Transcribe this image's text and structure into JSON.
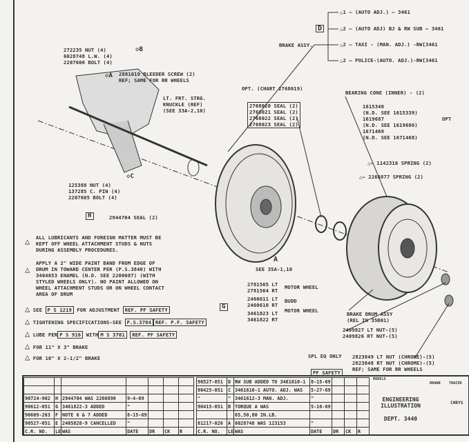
{
  "variants": {
    "marker": "D",
    "items": [
      {
        "note": "1",
        "label": "(AUTO ADJ.)",
        "part": "3461"
      },
      {
        "note": "2",
        "label": "(AUTO ADJ) BJ & RW SUB",
        "part": "3461"
      },
      {
        "note": "2",
        "label": "TAXI - (MAN. ADJ.) -RW",
        "part": "3461"
      },
      {
        "note": "2",
        "label": "POLICE-(AUTO. ADJ.)-RW",
        "part": "3461"
      }
    ]
  },
  "labels": {
    "brake_assy": "BRAKE ASSY.",
    "nut_group": [
      "272235 NUT (4)",
      "6028748 L.W. (4)",
      "2207606 BOLT (4)"
    ],
    "diamond_b": "B",
    "bleeder": [
      "2881619 BLEEDER SCREW (2)",
      "REF; SAME FOR RR WHEELS"
    ],
    "diamond_a": "A",
    "knuckle": [
      "LT. FRT. STRG.",
      "KNUCKLE (REF)",
      "(SEE 33A-2,10)"
    ],
    "pin_group": [
      "125388 NUT (4)",
      "137285 C. PIN (4)",
      "2207605 BOLT (4)"
    ],
    "diamond_c": "C",
    "seal_marker": "H",
    "seal": "2944704 SEAL (2)",
    "opt_chart": "OPT. (CHART 2768019)",
    "seals": [
      "2768020 SEAL (2)",
      "2768021 SEAL (2)",
      "2768022 SEAL (2)",
      "2768023 SEAL (2)"
    ],
    "bearing_cone": "BEARING CONE (INNER) - (2)",
    "bearing_parts": [
      "1615340",
      "(N.D. SEE 1615339)",
      "1619687",
      "(N.D. SEE 1619686)",
      "1671469",
      "(N.D. SEE 1671468)"
    ],
    "opt": "OPT",
    "springs": [
      "1142316 SPRING (2)",
      "2266877 SPRING (2)"
    ],
    "view_a": "A",
    "see_view": "SEE 35A-1,10",
    "motor_wheel_parts": [
      "2781565 LT",
      "2781564 RT",
      "2460611 LT",
      "2460610 RT",
      "3461823 LT",
      "3461822 RT"
    ],
    "motor_wheel": "MOTOR WHEEL",
    "budd": "BUDD",
    "motor_wheel2": "MOTOR WHEEL",
    "g_marker": "G",
    "brake_drum": [
      "BRAKE DRUM ASSY",
      "(REL IN 35B01)"
    ],
    "nuts": [
      "2409827 LT NUT-(5)",
      "2409826 RT NUT-(5)"
    ],
    "spl_eq": "SPL EQ ONLY",
    "chrome_nuts": [
      "2823849 LT NUT (CHROME)-(5)",
      "2823848 RT NUT (CHROME)-(5)",
      "REF; SAME FOR RR WHEELS"
    ],
    "pf_safety": "PF SAFETY"
  },
  "notes": [
    {
      "num": "7",
      "lines": [
        "ALL LUBRICANTS AND FOREIGN MATTER MUST BE",
        "KEPT OFF WHEEL ATTACHMENT STUDS & NUTS",
        "DURING ASSEMBLY PROCEDURES."
      ]
    },
    {
      "num": "6",
      "lines": [
        "APPLY A 2\" WIDE PAINT BAND FROM EDGE OF",
        "DRUM IN TOWARD CENTER PER (P.S.3840) WITH",
        "3404653 ENAMEL (N.D. SEE 2200087) (WITH",
        "STYLED WHEELS ONLY).  NO PAINT ALLOWED ON",
        "WHEEL ATTACHMENT STUDS OR ON WHEEL CONTACT",
        "AREA OF DRUM"
      ]
    },
    {
      "num": "5",
      "pre": "SEE",
      "box1": "P S  1219",
      "mid": "FOR ADJUSTMENT",
      "box2": "REF. PF SAFETY"
    },
    {
      "num": "4",
      "pre": "TIGHTENING SPECIFICATIONS-SEE",
      "box1": "P.S.3784",
      "mid": "",
      "box2": "REF. P.F. SAFETY"
    },
    {
      "num": "3",
      "pre": "LUBE PER",
      "box1": "P S  916",
      "mid": "WITH",
      "box2": "M S  3701",
      "box3": "REF. PF SAFETY"
    },
    {
      "num": "2",
      "lines": [
        "FOR 11\" X 3\" BRAKE"
      ]
    },
    {
      "num": "1",
      "lines": [
        "FOR 10\" X 2-1/2\" BRAKE"
      ]
    }
  ],
  "revisions_left": [
    {
      "cr": "",
      "let": "",
      "was": "",
      "date": ""
    },
    {
      "cr": "",
      "let": "",
      "was": "",
      "date": ""
    },
    {
      "cr": "90724-902",
      "let": "H",
      "was": "2944704 WAS 2266890",
      "date": "9-4-69"
    },
    {
      "cr": "90612-051",
      "let": "G",
      "was": "3461822-3 ADDED",
      "date": "\""
    },
    {
      "cr": "90609-203",
      "let": "F",
      "was": "NOTE 6 & 7 ADDED",
      "date": "8-15-69"
    },
    {
      "cr": "90527-051",
      "let": "E",
      "was": "2405828-9 CANCELLED",
      "date": "\""
    }
  ],
  "revisions_right": [
    {
      "cr": "90527-051",
      "let": "D",
      "was": "RW SUB ADDED TO 3461610-1",
      "date": "8-15-69"
    },
    {
      "cr": "90425-051",
      "let": "C",
      "was": "3461610-1 AUTO. ADJ. WAS",
      "date": "5-27-69"
    },
    {
      "cr": "\"",
      "let": "\"",
      "was": "3461612-3 MAN. ADJ.",
      "date": "\""
    },
    {
      "cr": "90415-051",
      "let": "B",
      "was": "TORQUE A WAS",
      "date": "5-16-69"
    },
    {
      "cr": "",
      "let": "",
      "was": "65,50,80 IN.LB.",
      "date": ""
    },
    {
      "cr": "81217-026",
      "let": "A",
      "was": "6028748 WAS 123153",
      "date": "\""
    }
  ],
  "rev_headers": {
    "cr": "C.R. NO.",
    "let": "LET",
    "was": "WAS",
    "date": "DATE",
    "drck": "DR",
    "ck": "CK",
    "r": "R"
  },
  "title_block": {
    "dept_line1": "ENGINEERING",
    "dept_line2": "ILLUSTRATION",
    "dept": "DEPT. 3440",
    "models": "MODELS",
    "drawn": "DRAWN",
    "traced": "TRACED",
    "company": "CHRYS"
  }
}
